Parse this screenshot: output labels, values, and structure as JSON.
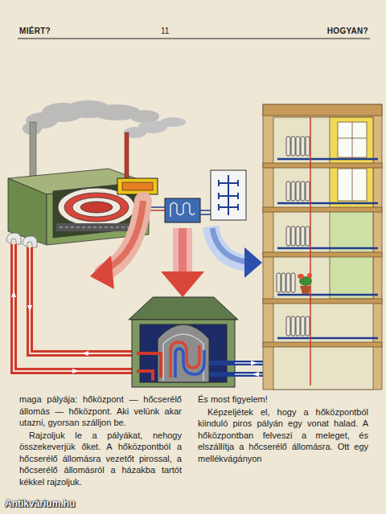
{
  "diagram": {
    "labels": [
      "MIÉRT?",
      "11",
      "HOGYAN?",
      "maga pályája: hőközpont — hőcserélő állomás — hőközpont. Aki velünk akar utazni, gyorsan szálljon be.",
      "Rajzoljuk le a pályákat, nehogy összekeverjük őket. A hőközpontból a hőcserélő állomásra vezetőt pirossal, a hőcserélő állomásról a házakba tartót kékkel rajzoljuk.",
      "És most figyelem!",
      "Képzeljétek el, hogy a hőközpontból kiinduló piros pályán egy vonat halad. A hőközpontban felveszi a meleget, és elszállítja a hőcserélő állomásra. Ott egy mellékvágányon",
      "Antikvárium.hu"
    ]
  }
}
